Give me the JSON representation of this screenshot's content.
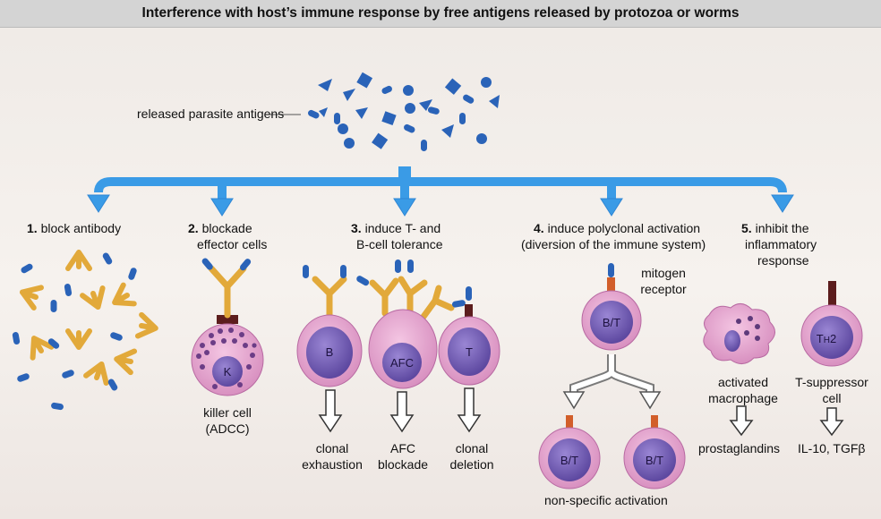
{
  "title": "Interference with host’s immune response by free antigens released by protozoa or worms",
  "released_label": "released parasite antigens",
  "mechanisms": [
    {
      "num": "1.",
      "text": "block antibody"
    },
    {
      "num": "2.",
      "line1": "blockade",
      "line2": "effector cells"
    },
    {
      "num": "3.",
      "line1": "induce T- and",
      "line2": "B-cell tolerance"
    },
    {
      "num": "4.",
      "line1": "induce polyclonal activation",
      "line2": "(diversion of the immune system)"
    },
    {
      "num": "5.",
      "line1": "inhibit the",
      "line2": "inflammatory",
      "line3": "response"
    }
  ],
  "cells": {
    "killer": "K",
    "b": "B",
    "afc": "AFC",
    "t": "T",
    "bt_top": "B/T",
    "bt_left": "B/T",
    "bt_right": "B/T",
    "th2_main": "T",
    "th2_sub": "H",
    "th2_num": "2"
  },
  "labels": {
    "killer_line1": "killer cell",
    "killer_line2": "(ADCC)",
    "clonal_exhaustion_1": "clonal",
    "clonal_exhaustion_2": "exhaustion",
    "afc_blockade_1": "AFC",
    "afc_blockade_2": "blockade",
    "clonal_deletion_1": "clonal",
    "clonal_deletion_2": "deletion",
    "mitogen_1": "mitogen",
    "mitogen_2": "receptor",
    "nonspecific": "non-specific activation",
    "macrophage_1": "activated",
    "macrophage_2": "macrophage",
    "tsupp_1": "T-suppressor",
    "tsupp_2": "cell",
    "prostaglandins": "prostaglandins",
    "il10": "IL-10, TGFβ"
  },
  "colors": {
    "arrow_blue": "#3a8fd6",
    "antigen_blue": "#2a63b8",
    "antibody_gold": "#e7b23f",
    "cell_pink": "#e7a5cf",
    "nucleus_purple": "#7a63b8",
    "receptor_red": "#c05030"
  }
}
